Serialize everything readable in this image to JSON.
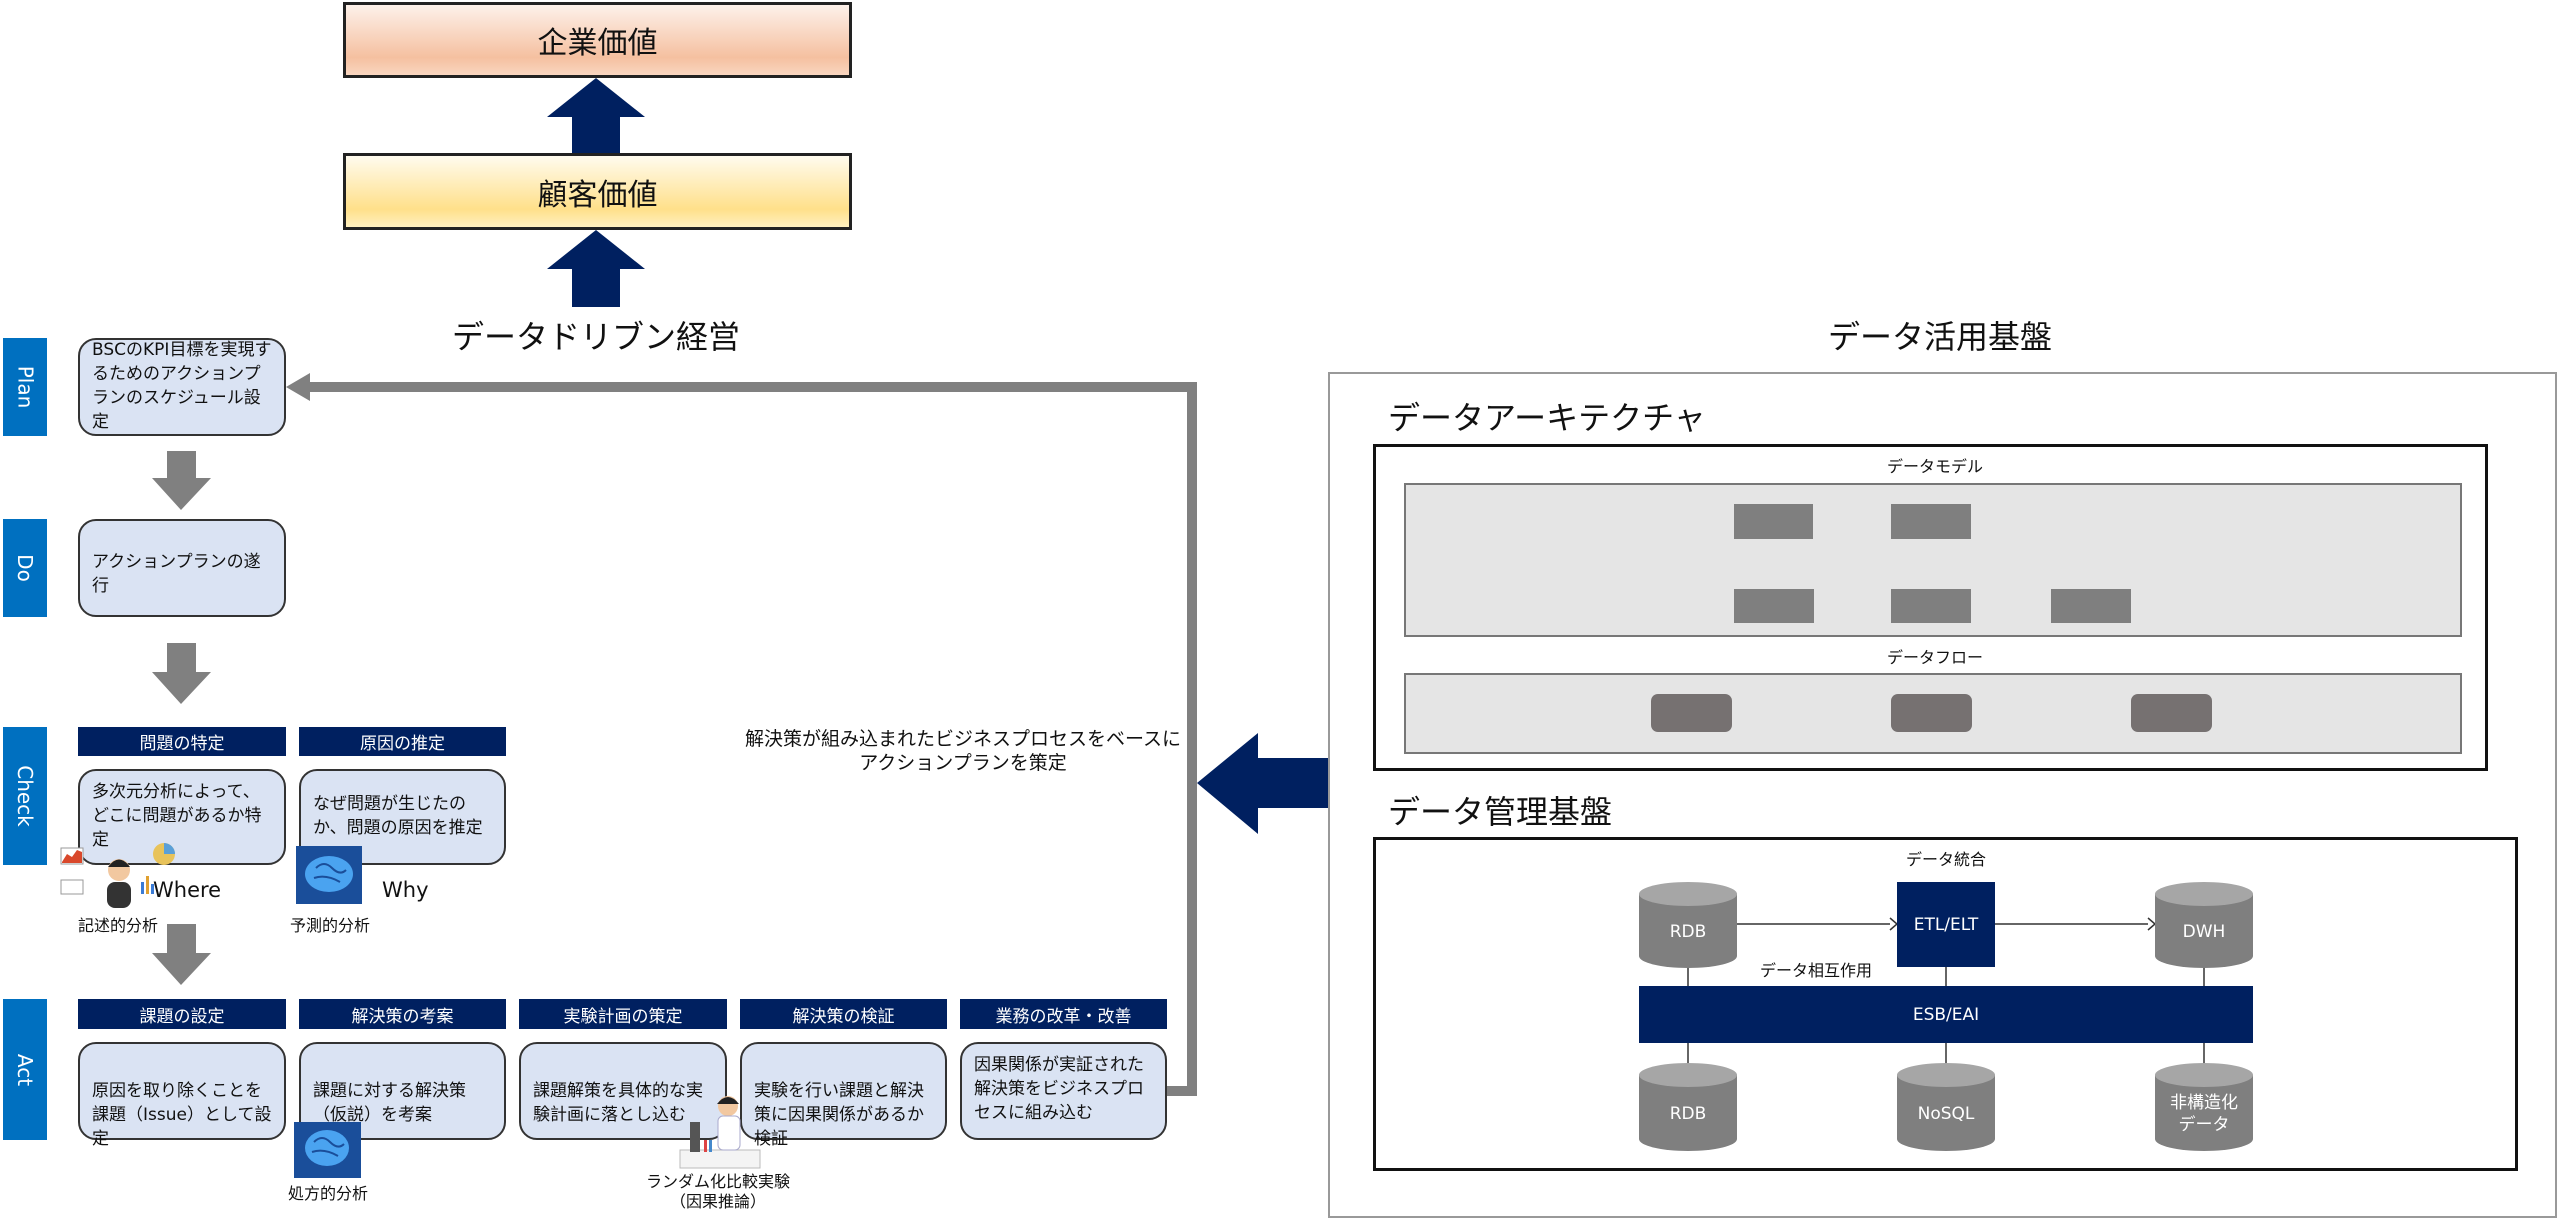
{
  "top": {
    "corporate_value": "企業価値",
    "customer_value": "顧客価値",
    "data_driven": "データドリブン経営",
    "data_platform": "データ活用基盤"
  },
  "pdca": {
    "plan": {
      "label": "Plan",
      "text": "BSCのKPI目標を実現するためのアクションプランのスケジュール設定"
    },
    "do": {
      "label": "Do",
      "text": "アクションプランの遂行"
    },
    "check": {
      "label": "Check",
      "steps": [
        {
          "header": "問題の特定",
          "text": "多次元分析によって、どこに問題があるか特定",
          "tag": "Where",
          "analysis": "記述的分析"
        },
        {
          "header": "原因の推定",
          "text": "なぜ問題が生じたのか、問題の原因を推定",
          "tag": "Why",
          "analysis": "予測的分析"
        }
      ]
    },
    "act": {
      "label": "Act",
      "steps": [
        {
          "header": "課題の設定",
          "text": "原因を取り除くことを課題（Issue）として設定"
        },
        {
          "header": "解決策の考案",
          "text": "課題に対する解決策（仮説）を考案"
        },
        {
          "header": "実験計画の策定",
          "text": "課題解策を具体的な実験計画に落とし込む"
        },
        {
          "header": "解決策の検証",
          "text": "実験を行い課題と解決策に因果関係があるか検証"
        },
        {
          "header": "業務の改革・改善",
          "text": "因果関係が実証された解決策をビジネスプロセスに組み込む"
        }
      ],
      "prescriptive": "処方的分析",
      "rct_line1": "ランダム化比較実験",
      "rct_line2": "（因果推論）"
    },
    "feedback_line1": "解決策が組み込まれたビジネスプロセスをベースに",
    "feedback_line2": "アクションプランを策定"
  },
  "architecture": {
    "title": "データアーキテクチャ",
    "data_model": "データモデル",
    "data_flow": "データフロー"
  },
  "management": {
    "title": "データ管理基盤",
    "integration": "データ統合",
    "interaction": "データ相互作用",
    "source_rdb": "RDB",
    "etl": "ETL/ELT",
    "dwh": "DWH",
    "esb": "ESB/EAI",
    "bottom_rdb": "RDB",
    "nosql": "NoSQL",
    "unstructured": "非構造化データ"
  },
  "colors": {
    "navy": "#002060",
    "phase_blue": "#0070c0",
    "box_fill": "#dae3f3",
    "arrow_gray": "#808080"
  }
}
